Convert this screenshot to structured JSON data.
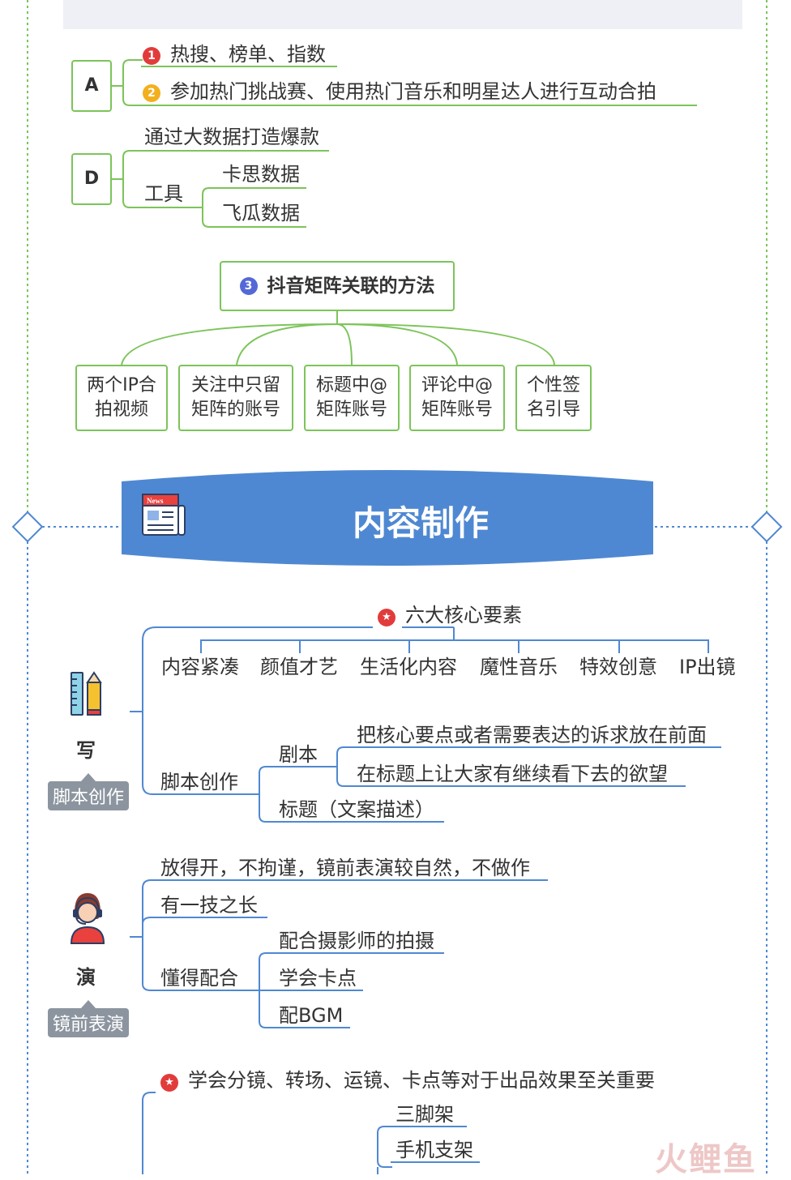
{
  "section1": {
    "a_label": "A",
    "a_items": [
      {
        "badge": "1",
        "color": "#e23b3b",
        "text": "热搜、榜单、指数"
      },
      {
        "badge": "2",
        "color": "#f2b01e",
        "text": "参加热门挑战赛、使用热门音乐和明星达人进行互动合拍"
      }
    ],
    "d_label": "D",
    "d_item1": "通过大数据打造爆款",
    "d_tool": "工具",
    "d_tools": [
      "卡思数据",
      "飞瓜数据"
    ],
    "matrix_badge": "3",
    "matrix_title": "抖音矩阵关联的方法",
    "matrix_items": [
      {
        "line1": "两个IP合",
        "line2": "拍视频"
      },
      {
        "line1": "关注中只留",
        "line2": "矩阵的账号"
      },
      {
        "line1": "标题中@",
        "line2": "矩阵账号"
      },
      {
        "line1": "评论中@",
        "line2": "矩阵账号"
      },
      {
        "line1": "个性签",
        "line2": "名引导"
      }
    ]
  },
  "banner": {
    "icon_text": "News",
    "title": "内容制作",
    "color": "#4f88d2"
  },
  "write": {
    "char": "写",
    "tag": "脚本创作",
    "core_title": "六大核心要素",
    "core_items": [
      "内容紧凑",
      "颜值才艺",
      "生活化内容",
      "魔性音乐",
      "特效创意",
      "IP出镜"
    ],
    "script": "脚本创作",
    "juben": "剧本",
    "juben_items": [
      "把核心要点或者需要表达的诉求放在前面",
      "在标题上让大家有继续看下去的欲望"
    ],
    "title_item": "标题（文案描述）"
  },
  "act": {
    "char": "演",
    "tag": "镜前表演",
    "items": [
      "放得开，不拘谨，镜前表演较自然，不做作",
      "有一技之长"
    ],
    "cooperate": "懂得配合",
    "cooperate_items": [
      "配合摄影师的拍摄",
      "学会卡点",
      "配BGM"
    ]
  },
  "shoot": {
    "star_text": "学会分镜、转场、运镜、卡点等对于出品效果至关重要",
    "items": [
      "三脚架",
      "手机支架"
    ]
  },
  "watermark": "火鲤鱼"
}
